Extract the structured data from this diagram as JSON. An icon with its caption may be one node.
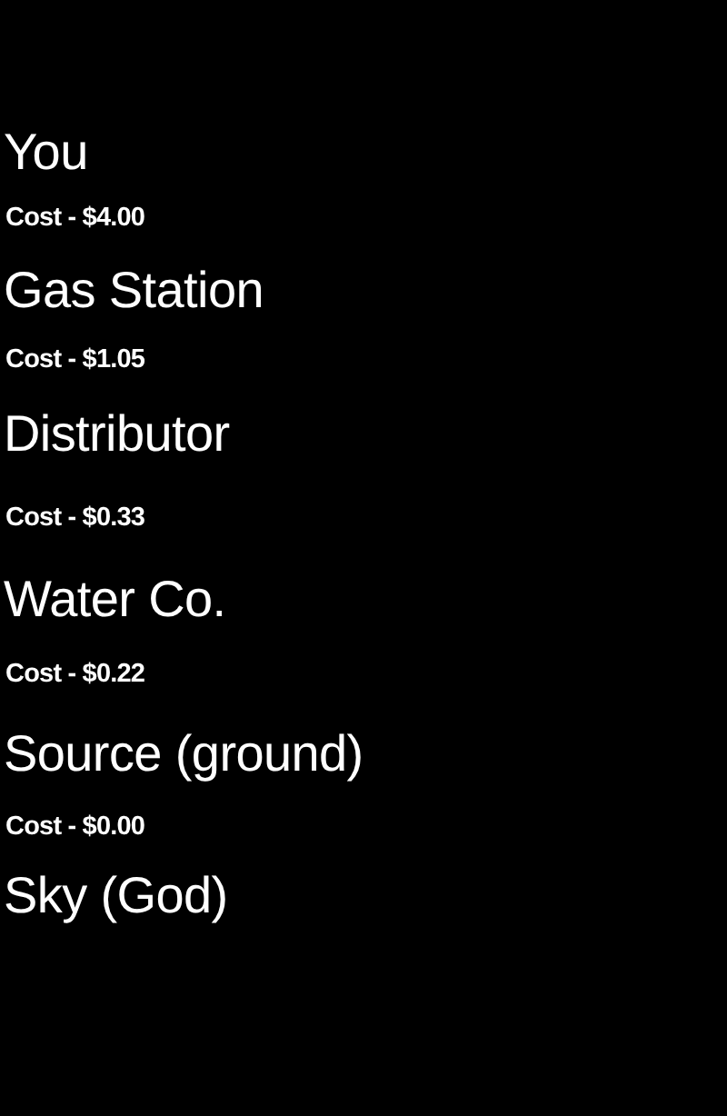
{
  "diagram": {
    "labels": [
      "You",
      "Cost - $4.00",
      "Gas Station",
      "Cost - $1.05",
      "Distributor",
      "Cost - $0.33",
      "Water Co.",
      "Cost - $0.22",
      "Source (ground)",
      "Cost - $0.00",
      "Sky (God)"
    ]
  }
}
